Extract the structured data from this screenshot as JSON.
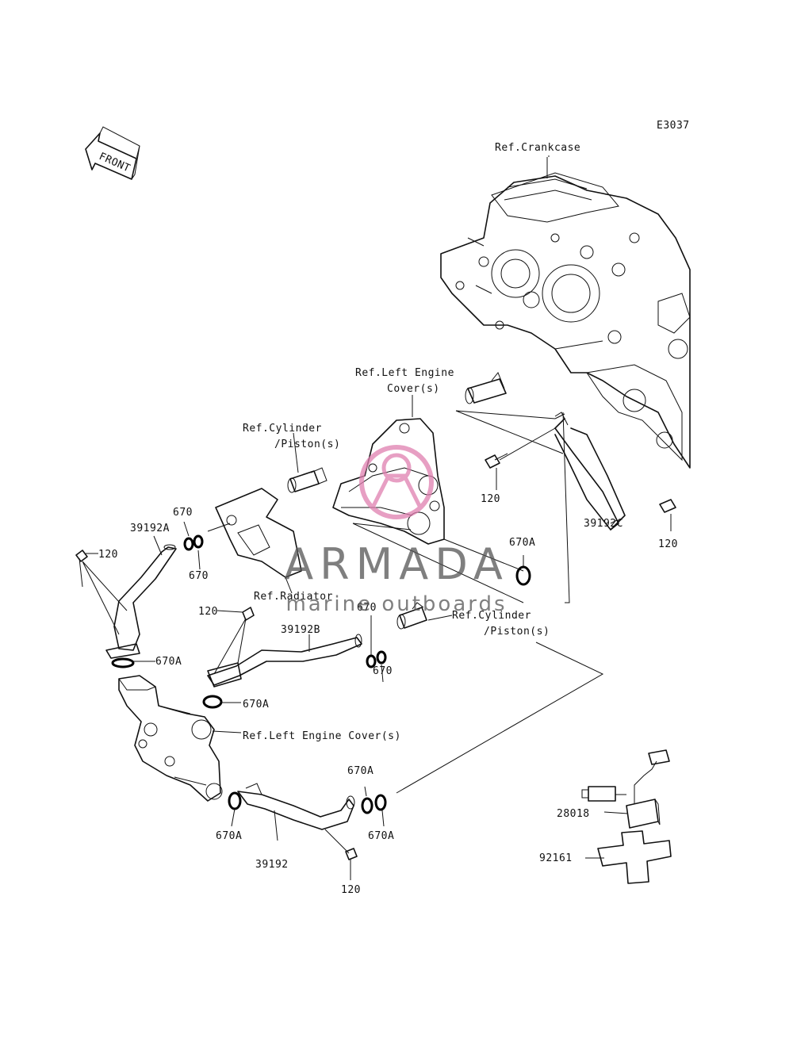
{
  "diagram_code": "E3037",
  "front_label": "FRONT",
  "watermark": {
    "brand": "ARMADA",
    "tagline": "marine outboards",
    "accent_color": "#e07fb0",
    "text_color": "#555555"
  },
  "references": {
    "crankcase": "Ref.Crankcase",
    "left_cover_top_1": "Ref.Left Engine",
    "left_cover_top_2": "Cover(s)",
    "cylinder_top_1": "Ref.Cylinder",
    "cylinder_top_2": "/Piston(s)",
    "radiator": "Ref.Radiator",
    "cylinder_mid_1": "Ref.Cylinder",
    "cylinder_mid_2": "/Piston(s)",
    "left_cover_mid": "Ref.Left Engine Cover(s)"
  },
  "parts": {
    "p120_a": "120",
    "p120_b": "120",
    "p120_c": "120",
    "p120_d": "120",
    "p120_e": "120",
    "p39192A": "39192A",
    "p39192B": "39192B",
    "p39192C": "39192C",
    "p39192": "39192",
    "p670_a": "670",
    "p670_b": "670",
    "p670_c": "670",
    "p670_d": "670",
    "p670A_a": "670A",
    "p670A_b": "670A",
    "p670A_c": "670A",
    "p670A_d": "670A",
    "p670A_e": "670A",
    "p670A_f": "670A",
    "p28018": "28018",
    "p92161": "92161"
  }
}
